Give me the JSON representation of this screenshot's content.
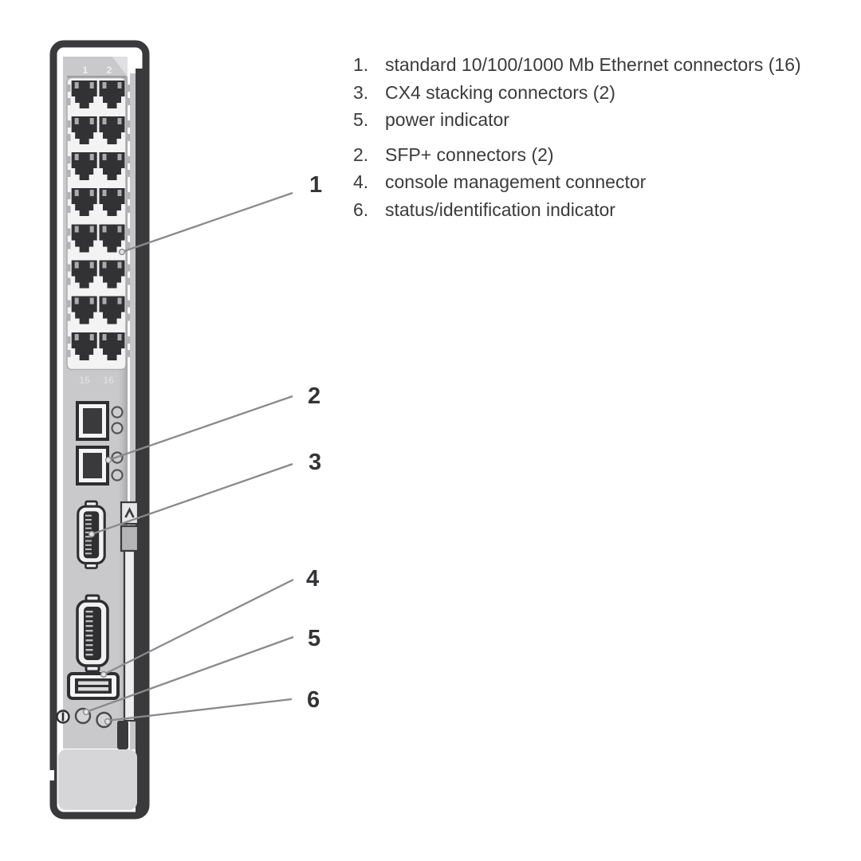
{
  "page": {
    "background": "#ffffff"
  },
  "device": {
    "name": "blade switch front panel",
    "top_port_labels": [
      "1",
      "2"
    ],
    "bottom_port_labels": [
      "15",
      "16"
    ]
  },
  "callouts": [
    {
      "number": "1"
    },
    {
      "number": "2"
    },
    {
      "number": "3"
    },
    {
      "number": "4"
    },
    {
      "number": "5"
    },
    {
      "number": "6"
    }
  ],
  "legend": {
    "groups": [
      {
        "items": [
          {
            "number": "1.",
            "label": "standard 10/100/1000 Mb Ethernet connectors (16)"
          },
          {
            "number": "3.",
            "label": "CX4 stacking connectors (2)"
          },
          {
            "number": "5.",
            "label": "power indicator"
          }
        ]
      },
      {
        "items": [
          {
            "number": "2.",
            "label": "SFP+ connectors (2)"
          },
          {
            "number": "4.",
            "label": "console management connector"
          },
          {
            "number": "6.",
            "label": "status/identification indicator"
          }
        ]
      }
    ]
  },
  "colors": {
    "outline": "#3a3a3c",
    "panel": "#c9c9cb",
    "port_dark": "#323234",
    "text": "#3b3b3d",
    "callout_line": "#8a8a8c",
    "background": "#ffffff"
  }
}
